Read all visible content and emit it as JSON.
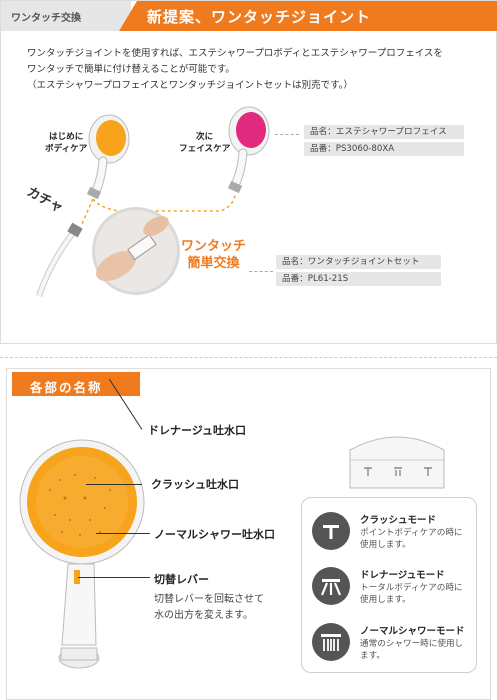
{
  "header": {
    "tab_label": "ワンタッチ交換",
    "title": "新提案、ワンタッチジョイント"
  },
  "intro": {
    "line1": "ワンタッチジョイントを使用すれば、エステシャワープロボディとエステシャワープロフェイスを",
    "line2": "ワンタッチで簡単に付け替えることが可能です。",
    "line3": "（エステシャワープロフェイスとワンタッチジョイントセットは別売です。）"
  },
  "labels": {
    "body_line1": "はじめに",
    "body_line2": "ボディケア",
    "face_line1": "次に",
    "face_line2": "フェイスケア",
    "kachi": "カチャ",
    "onetouch_line1": "ワンタッチ",
    "onetouch_line2": "簡単交換"
  },
  "products": [
    {
      "name": "品名：エステシャワープロフェイス",
      "number": "品番：PS3060-80XA"
    },
    {
      "name": "品名：ワンタッチジョイントセット",
      "number": "品番：PL61-21S"
    }
  ],
  "parts_section": {
    "title": "各部の名称",
    "parts": [
      {
        "label": "ドレナージュ吐水口"
      },
      {
        "label": "クラッシュ吐水口"
      },
      {
        "label": "ノーマルシャワー吐水口"
      },
      {
        "label": "切替レバー"
      }
    ],
    "lever_desc_line1": "切替レバーを回転させて",
    "lever_desc_line2": "水の出方を変えます。"
  },
  "modes": [
    {
      "title": "クラッシュモード",
      "desc_line1": "ポイントボディケアの時に",
      "desc_line2": "使用します。"
    },
    {
      "title": "ドレナージュモード",
      "desc_line1": "トータルボディケアの時に",
      "desc_line2": "使用します。"
    },
    {
      "title": "ノーマルシャワーモード",
      "desc_line1": "通常のシャワー時に使用し",
      "desc_line2": "ます。"
    }
  ],
  "colors": {
    "accent": "#f07a1e",
    "face_pink": "#e0297f",
    "head_orange": "#f7a31b"
  }
}
